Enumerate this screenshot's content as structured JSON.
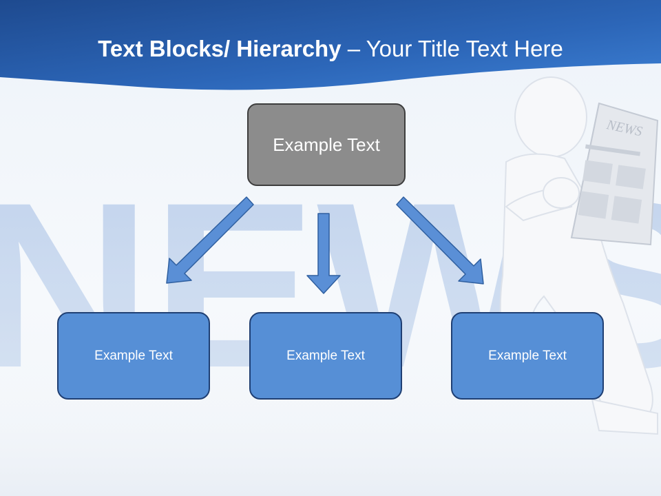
{
  "title": {
    "bold_part": "Text Blocks/ Hierarchy",
    "dash": "–",
    "regular_part": "Your Title Text Here"
  },
  "background": {
    "word": "NEWS",
    "newspaper_word": "NEWS"
  },
  "hierarchy": {
    "top": {
      "label": "Example Text"
    },
    "children": [
      {
        "label": "Example Text"
      },
      {
        "label": "Example Text"
      },
      {
        "label": "Example Text"
      }
    ]
  },
  "colors": {
    "header_dark": "#1f4f96",
    "header_light": "#3a7bd1",
    "top_box": "#8c8c8c",
    "child_box": "#568fd6",
    "arrow": "#5a8fd6"
  }
}
